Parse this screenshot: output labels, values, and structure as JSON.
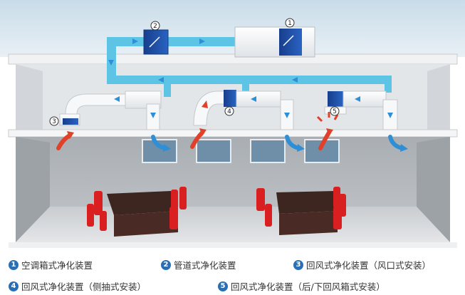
{
  "callouts": [
    "1",
    "2",
    "3",
    "4",
    "5"
  ],
  "legend": [
    {
      "num": "1",
      "label": "空调箱式净化装置"
    },
    {
      "num": "2",
      "label": "管道式净化装置"
    },
    {
      "num": "3",
      "label": "回风式净化装置（风口式安装）"
    },
    {
      "num": "4",
      "label": "回风式净化装置（侧抽式安装）"
    },
    {
      "num": "5",
      "label": "回风式净化装置（后/下回风箱式安装）"
    }
  ],
  "colors": {
    "duct": "#5ec4e6",
    "device": "#1f4fa8",
    "supply_arrow": "#2f8fd6",
    "return_arrow": "#e0412a",
    "chair": "#d91f1f",
    "table": "#4a2a24"
  }
}
